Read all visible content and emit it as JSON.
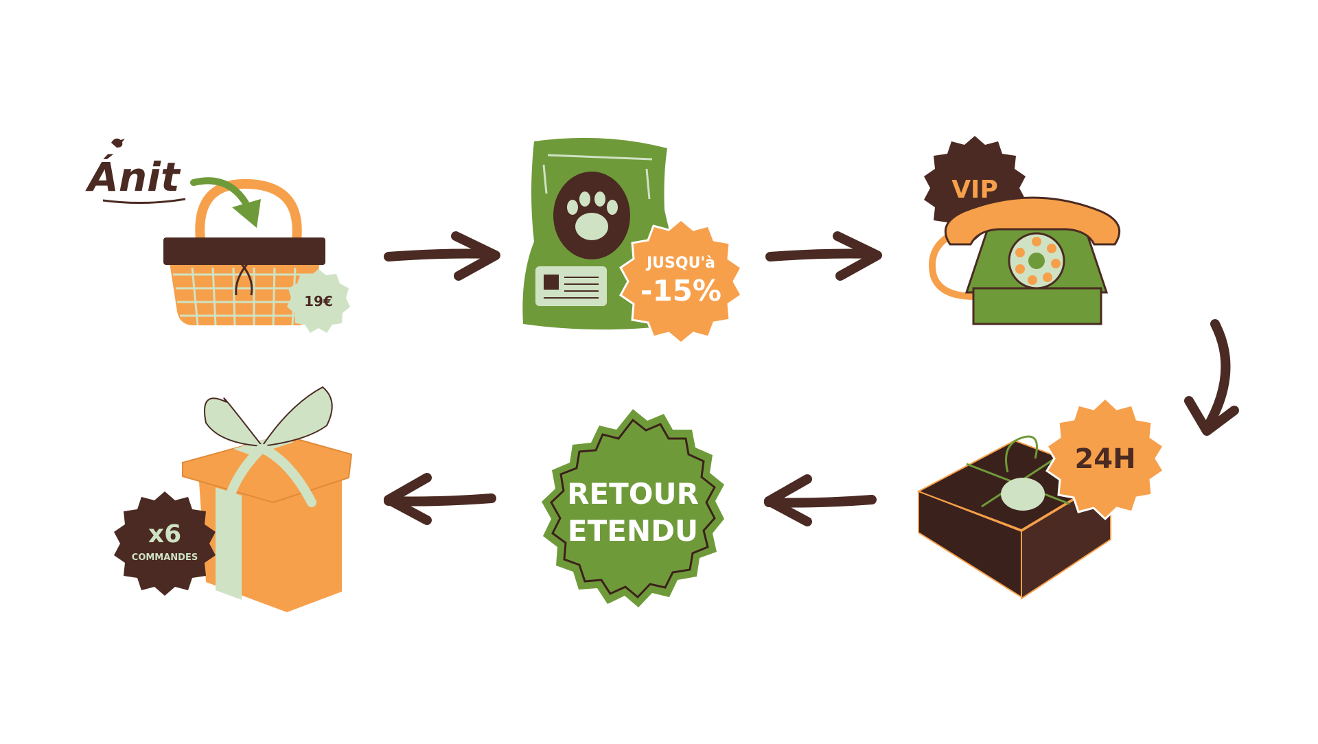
{
  "brand": {
    "name": "Ánit"
  },
  "steps": {
    "basket": {
      "price_tag": "19€"
    },
    "food_bag": {
      "badge_line1": "JUSQU'à",
      "badge_line2": "-15%"
    },
    "phone": {
      "badge": "VIP"
    },
    "parcel": {
      "badge": "24H"
    },
    "returns": {
      "badge_line1": "RETOUR",
      "badge_line2": "ETENDU"
    },
    "gift": {
      "badge_count": "x6",
      "badge_label": "COMMANDES"
    }
  },
  "colors": {
    "brown": "#4a2a22",
    "dark_brown": "#3b211b",
    "orange": "#f7a04b",
    "green": "#6f9a3a",
    "mint": "#cfe3c4",
    "white": "#ffffff"
  },
  "icons": [
    "basket-icon",
    "pet-food-bag-icon",
    "telephone-icon",
    "parcel-icon",
    "gift-box-icon",
    "arrow-right-icon",
    "arrow-left-icon",
    "arrow-curved-down-icon"
  ]
}
